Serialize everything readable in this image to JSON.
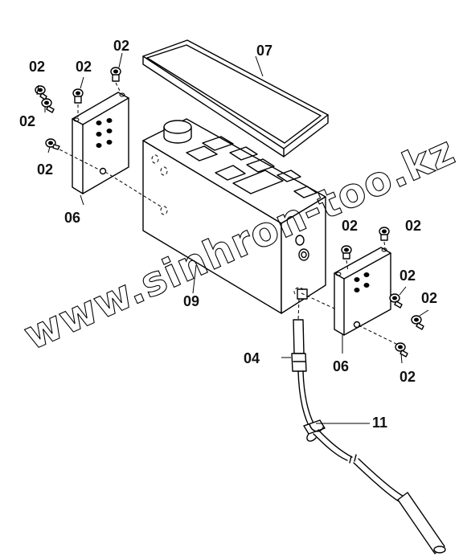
{
  "labels": {
    "screw_tl_1": "02",
    "screw_tl_2": "02",
    "screw_tl_3": "02",
    "screw_tl_4": "02",
    "screw_tl_5": "02",
    "cover": "07",
    "bracket_left": "06",
    "monitor": "09",
    "screw_r_1": "02",
    "screw_r_2": "02",
    "screw_r_3": "02",
    "screw_r_4": "02",
    "screw_r_5": "02",
    "sensor": "04",
    "bracket_right": "06",
    "clamp": "11"
  },
  "watermark": "www.sinhron-too.kz"
}
